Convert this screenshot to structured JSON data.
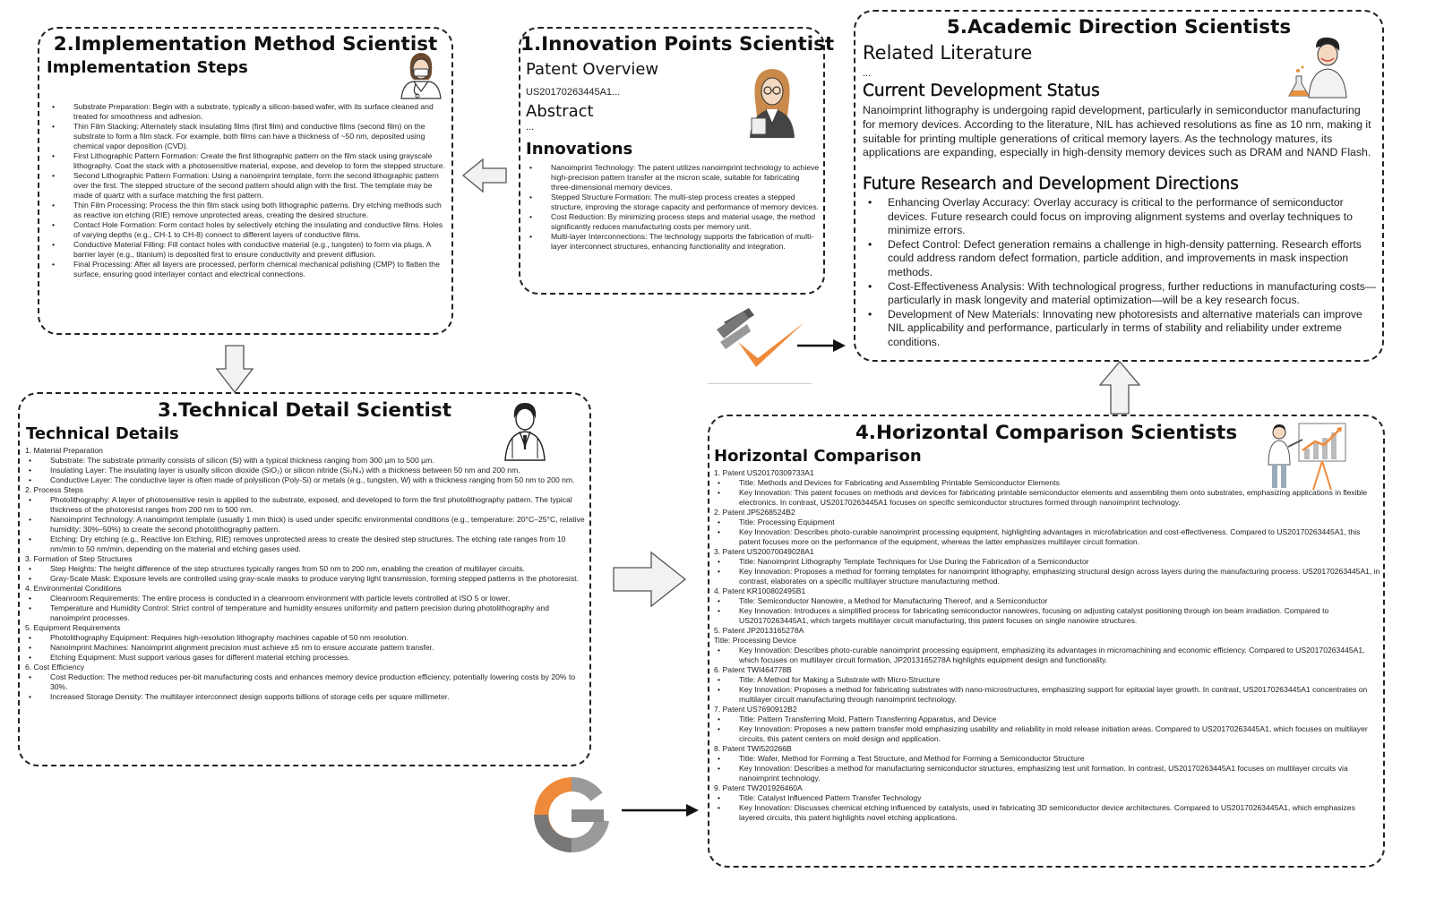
{
  "box1": {
    "title": "1.Innovation Points Scientist",
    "overview_heading": "Patent Overview",
    "patent_number": "US20170263445A1...",
    "abstract_heading": "Abstract",
    "abstract_ellipsis": "...",
    "innovations_heading": "Innovations",
    "innovations": [
      "Nanoimprint Technology: The patent utilizes nanoimprint technology to achieve high-precision pattern transfer at the micron scale, suitable for fabricating three-dimensional memory devices.",
      "Stepped Structure Formation: The multi-step process creates a stepped structure, improving the storage capacity and performance of memory devices.",
      "Cost Reduction: By minimizing process steps and material usage, the method significantly reduces manufacturing costs per memory unit.",
      "Multi-layer Interconnections: The technology supports the fabrication of multi-layer interconnect structures, enhancing functionality and integration."
    ]
  },
  "box2": {
    "title": "2.Implementation Method Scientist",
    "heading": "Implementation Steps",
    "steps": [
      "Substrate Preparation: Begin with a substrate, typically a silicon-based wafer, with its surface cleaned and treated for smoothness and adhesion.",
      "Thin Film Stacking: Alternately stack insulating films (first film) and conductive films (second film) on the substrate to form a film stack. For example, both films can have a thickness of ~50 nm, deposited using chemical vapor deposition (CVD).",
      "First Lithographic Pattern Formation: Create the first lithographic pattern on the film stack using grayscale lithography. Coat the stack with a photosensitive material, expose, and develop to form the stepped structure.",
      "Second Lithographic Pattern Formation: Using a nanoimprint template, form the second lithographic pattern over the first. The stepped structure of the second pattern should align with the first. The template may be made of quartz with a surface matching the first pattern.",
      "Thin Film Processing: Process the thin film stack using both lithographic patterns. Dry etching methods such as reactive ion etching (RIE) remove unprotected areas, creating the desired structure.",
      "Contact Hole Formation: Form contact holes by selectively etching the insulating and conductive films. Holes of varying depths (e.g., CH-1 to CH-8) connect to different layers of conductive films.",
      "Conductive Material Filling: Fill contact holes with conductive material (e.g., tungsten) to form via plugs. A barrier layer (e.g., titanium) is deposited first to ensure conductivity and prevent diffusion.",
      "Final Processing: After all layers are processed, perform chemical mechanical polishing (CMP) to flatten the surface, ensuring good interlayer contact and electrical connections."
    ]
  },
  "box3": {
    "title": "3.Technical Detail Scientist",
    "heading": "Technical Details",
    "sections": [
      {
        "label": "1. Material Preparation",
        "items": [
          "Substrate: The substrate primarily consists of silicon (Si) with a typical thickness ranging from 300 µm to 500 µm.",
          "Insulating Layer: The insulating layer is usually silicon dioxide (SiO₂) or silicon nitride (Si₃N₄) with a thickness between 50 nm and 200 nm.",
          "Conductive Layer: The conductive layer is often made of polysilicon (Poly-Si) or metals (e.g., tungsten, W) with a thickness ranging from 50 nm to 200 nm."
        ]
      },
      {
        "label": "2. Process Steps",
        "items": [
          "Photolithography: A layer of photosensitive resin is applied to the substrate, exposed, and developed to form the first photolithography pattern. The typical thickness of the photoresist ranges from 200 nm to 500 nm.",
          "Nanoimprint Technology: A nanoimprint template (usually 1 mm thick) is used under specific environmental conditions (e.g., temperature: 20°C–25°C, relative humidity: 30%–50%) to create the second photolithography pattern.",
          "Etching: Dry etching (e.g., Reactive Ion Etching, RIE) removes unprotected areas to create the desired step structures. The etching rate ranges from 10 nm/min to 50 nm/min, depending on the material and etching gases used."
        ]
      },
      {
        "label": "3. Formation of Step Structures",
        "items": [
          "Step Heights: The height difference of the step structures typically ranges from 50 nm to 200 nm, enabling the creation of multilayer circuits.",
          "Gray-Scale Mask: Exposure levels are controlled using gray-scale masks to produce varying light transmission, forming stepped patterns in the photoresist."
        ]
      },
      {
        "label": "4. Environmental Conditions",
        "items": [
          "Cleanroom Requirements: The entire process is conducted in a cleanroom environment with particle levels controlled at ISO 5 or lower.",
          "Temperature and Humidity Control: Strict control of temperature and humidity ensures uniformity and pattern precision during photolithography and nanoimprint processes."
        ]
      },
      {
        "label": "5. Equipment Requirements",
        "items": [
          "Photolithography Equipment: Requires high-resolution lithography machines capable of 50 nm resolution.",
          "Nanoimprint Machines: Nanoimprint alignment precision must achieve ±5 nm to ensure accurate pattern transfer.",
          "Etching Equipment: Must support various gases for different material etching processes."
        ]
      },
      {
        "label": "6. Cost Efficiency",
        "items": [
          "Cost Reduction: The method reduces per-bit manufacturing costs and enhances memory device production efficiency, potentially lowering costs by 20% to 30%.",
          "Increased Storage Density: The multilayer interconnect design supports billions of storage cells per square millimeter."
        ]
      }
    ]
  },
  "box4": {
    "title": "4.Horizontal Comparison Scientists",
    "heading": "Horizontal Comparison",
    "patents": [
      {
        "label": "1. Patent US20170309733A1",
        "items": [
          "Title: Methods and Devices for Fabricating and Assembling Printable Semiconductor Elements",
          "Key Innovation: This patent focuses on methods and devices for fabricating printable semiconductor elements and assembling them onto substrates, emphasizing applications in flexible electronics. In contrast, US20170263445A1 focuses on specific semiconductor structures formed through nanoimprint technology."
        ]
      },
      {
        "label": "2. Patent JP5268524B2",
        "items": [
          "Title: Processing Equipment",
          "Key Innovation: Describes photo-curable nanoimprint processing equipment, highlighting advantages in microfabrication and cost-effectiveness. Compared to US20170263445A1, this patent focuses more on the performance of the equipment, whereas the latter emphasizes multilayer circuit formation."
        ]
      },
      {
        "label": "3. Patent US20070049028A1",
        "items": [
          "Title: Nanoimprint Lithography Template Techniques for Use During the Fabrication of a Semiconductor",
          "Key Innovation: Proposes a method for forming templates for nanoimprint lithography, emphasizing structural design across layers during the manufacturing process. US20170263445A1, in contrast, elaborates on a specific multilayer structure manufacturing method."
        ]
      },
      {
        "label": "4. Patent KR100802495B1",
        "items": [
          "Title: Semiconductor Nanowire, a Method for Manufacturing Thereof, and a Semiconductor",
          "Key Innovation: Introduces a simplified process for fabricating semiconductor nanowires, focusing on adjusting catalyst positioning through ion beam irradiation. Compared to US20170263445A1, which targets multilayer circuit manufacturing, this patent focuses on single nanowire structures."
        ]
      },
      {
        "label": "5. Patent JP2013165278A",
        "plain": "Title: Processing Device",
        "items": [
          "Key Innovation: Describes photo-curable nanoimprint processing equipment, emphasizing its advantages in micromachining and economic efficiency. Compared to US20170263445A1, which focuses on multilayer circuit formation, JP2013165278A highlights equipment design and functionality."
        ]
      },
      {
        "label": "6. Patent TWI464778B",
        "items": [
          "Title: A Method for Making a Substrate with Micro-Structure",
          "Key Innovation: Proposes a method for fabricating substrates with nano-microstructures, emphasizing support for epitaxial layer growth. In contrast, US20170263445A1 concentrates on multilayer circuit manufacturing through nanoimprint technology."
        ]
      },
      {
        "label": "7. Patent US7690912B2",
        "items": [
          "Title: Pattern Transferring Mold, Pattern Transferring Apparatus, and Device",
          "Key Innovation: Proposes a new pattern transfer mold emphasizing usability and reliability in mold release initiation areas. Compared to US20170263445A1, which focuses on multilayer circuits, this patent centers on mold design and application."
        ]
      },
      {
        "label": "8. Patent TWI520266B",
        "items": [
          "Title: Wafer, Method for Forming a Test Structure, and Method for Forming a Semiconductor Structure",
          "Key Innovation: Describes a method for manufacturing semiconductor structures, emphasizing test unit formation. In contrast, US20170263445A1 focuses on multilayer circuits via nanoimprint technology."
        ]
      },
      {
        "label": "9. Patent TW201926460A",
        "items": [
          "Title: Catalyst Influenced Pattern Transfer Technology",
          "Key Innovation: Discusses chemical etching influenced by catalysts, used in fabricating 3D semiconductor device architectures. Compared to US20170263445A1, which emphasizes layered circuits, this patent highlights novel etching applications."
        ]
      }
    ]
  },
  "box5": {
    "title": "5.Academic Direction Scientists",
    "literature_heading": "Related Literature",
    "literature_ellipsis": "...",
    "status_heading": "Current Development Status",
    "status_text": "Nanoimprint lithography is undergoing rapid development, particularly in semiconductor manufacturing for memory devices. According to the literature, NIL has achieved resolutions as fine as 10 nm, making it suitable for printing multiple generations of critical memory layers. As the technology matures, its applications are expanding, especially in high-density memory devices such as DRAM and NAND Flash.",
    "future_heading": "Future Research and Development Directions",
    "future_items": [
      "Enhancing Overlay Accuracy: Overlay accuracy is critical to the performance of semiconductor devices. Future research could focus on improving alignment systems and overlay techniques to minimize errors.",
      "Defect Control: Defect generation remains a challenge in high-density patterning. Research efforts could address random defect formation, particle addition, and improvements in mask inspection methods.",
      "Cost-Effectiveness Analysis: With technological progress, further reductions in manufacturing costs—particularly in mask longevity and material optimization—will be a key research focus.",
      "Development of New Materials: Innovating new photoresists and alternative materials can improve NIL applicability and performance, particularly in terms of stability and reliability under extreme conditions."
    ]
  },
  "colors": {
    "accent_orange": "#ee8a3a",
    "border": "#222222",
    "arrow_fill": "#f2f2f2",
    "google_gray": "#8a8a8a"
  }
}
